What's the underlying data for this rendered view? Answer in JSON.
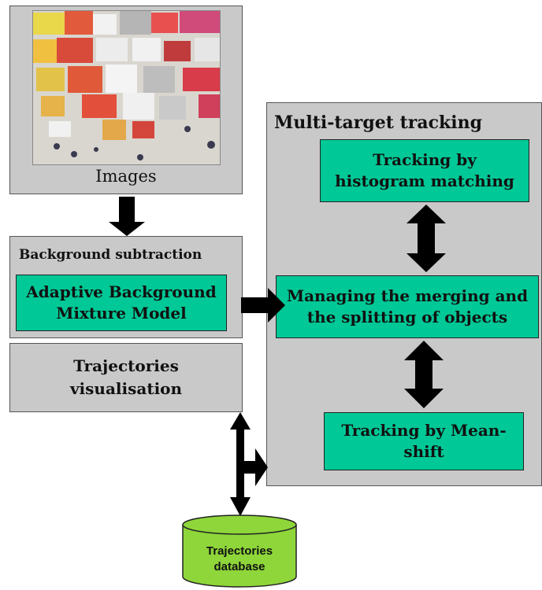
{
  "images": {
    "label": "Images"
  },
  "background_subtraction": {
    "title": "Background subtraction",
    "adaptive_model": "Adaptive Background Mixture Model"
  },
  "trajectories_visualisation": {
    "label": "Trajectories visualisation"
  },
  "multi_target_tracking": {
    "title": "Multi-target tracking",
    "histogram": "Tracking by histogram matching",
    "merging": "Managing the merging and the splitting of objects",
    "meanshift": "Tracking by Mean-shift"
  },
  "database": {
    "label": "Trajectories database"
  },
  "colors": {
    "panel": "#c9c9c9",
    "module": "#00c896",
    "database": "#8ed63a",
    "arrow": "#000000"
  }
}
